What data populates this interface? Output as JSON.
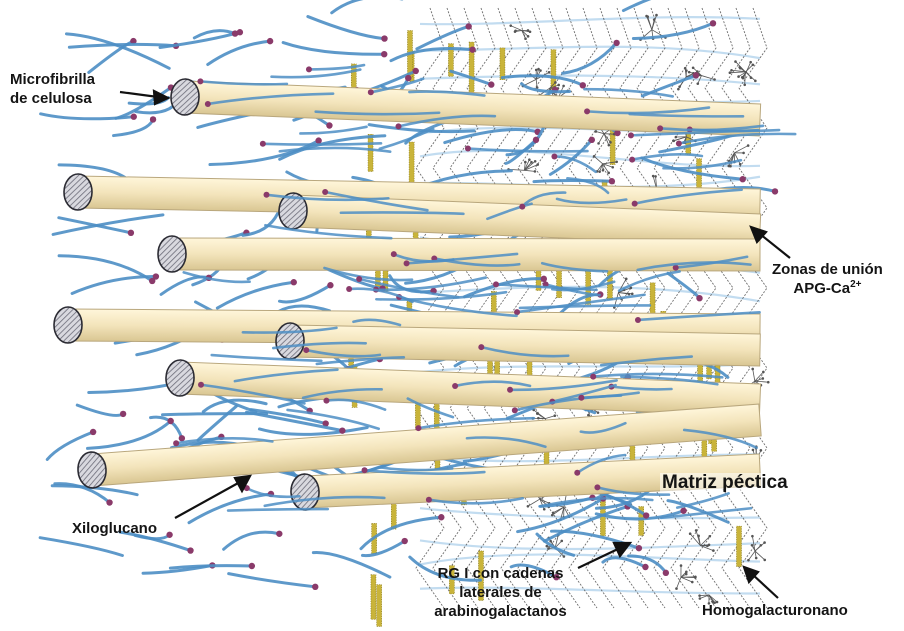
{
  "labels": {
    "microfibrilla_line1": "Microfibrilla",
    "microfibrilla_line2": "de celulosa",
    "zonas_line1": "Zonas de unión",
    "zonas_line2": "APG-Ca",
    "zonas_superscript": "2+",
    "matriz": "Matriz péctica",
    "xiloglucano": "Xiloglucano",
    "rg_line1": "RG I con cadenas",
    "rg_line2": "laterales de",
    "rg_line3": "arabinogalactanos",
    "homogalacturonano": "Homogalacturonano"
  },
  "colors": {
    "microfibril_fill": "#f3e6c0",
    "microfibril_edge": "#b9a77d",
    "microfibril_end": "#8c8c96",
    "xyloglucan": "#4d8ec4",
    "xyloglucan_light": "#8fc0e3",
    "xyloglucan_node": "#8a3a6a",
    "pectin_helix": "#c9b43a",
    "pectin_strand": "#4a4a4a",
    "rg_branches": "#555555",
    "label_text": "#141414"
  }
}
